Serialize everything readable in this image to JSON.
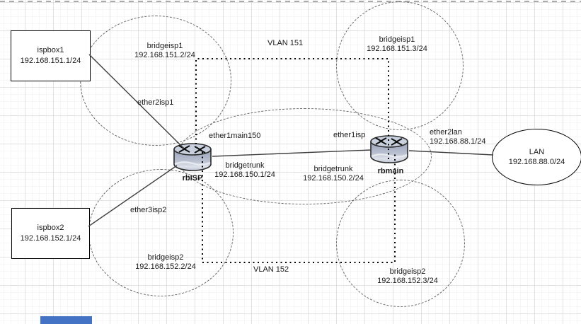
{
  "hosts": {
    "ispbox1": {
      "name": "ispbox1",
      "ip": "192.168.151.1/24"
    },
    "ispbox2": {
      "name": "ispbox2",
      "ip": "192.168.152.1/24"
    },
    "lan": {
      "name": "LAN",
      "ip": "192.168.88.0/24"
    }
  },
  "routers": {
    "rbisp": {
      "name": "rbISP"
    },
    "rbmain": {
      "name": "rbmain"
    }
  },
  "bridges": {
    "isp1_rbisp": {
      "name": "bridgeisp1",
      "ip": "192.168.151.2/24"
    },
    "isp1_rbmain": {
      "name": "bridgeisp1",
      "ip": "192.168.151.3/24"
    },
    "isp2_rbisp": {
      "name": "bridgeisp2",
      "ip": "192.168.152.2/24"
    },
    "isp2_rbmain": {
      "name": "bridgeisp2",
      "ip": "192.168.152.3/24"
    },
    "trunk_rbisp": {
      "name": "bridgetrunk",
      "ip": "192.168.150.1/24"
    },
    "trunk_rbmain": {
      "name": "bridgetrunk",
      "ip": "192.168.150.2/24"
    }
  },
  "interfaces": {
    "ether2isp1": {
      "name": "ether2isp1"
    },
    "ether3isp2": {
      "name": "ether3isp2"
    },
    "ether1main150": {
      "name": "ether1main150"
    },
    "ether1isp": {
      "name": "ether1isp"
    },
    "ether2lan": {
      "name": "ether2lan",
      "ip": "192.168.88.1/24"
    }
  },
  "vlans": {
    "vlan151": {
      "label": "VLAN 151"
    },
    "vlan152": {
      "label": "VLAN 152"
    }
  },
  "colors": {
    "accent_blue_bar": "#4472c4",
    "dashed_outline": "#666666",
    "link_line": "#3f3f3f",
    "dotted_vlan": "#000000",
    "router_body": "#b9c0d0",
    "router_top": "#c9d0de",
    "grid_major": "#e2e2e2",
    "grid_minor": "#f6f6f6"
  }
}
